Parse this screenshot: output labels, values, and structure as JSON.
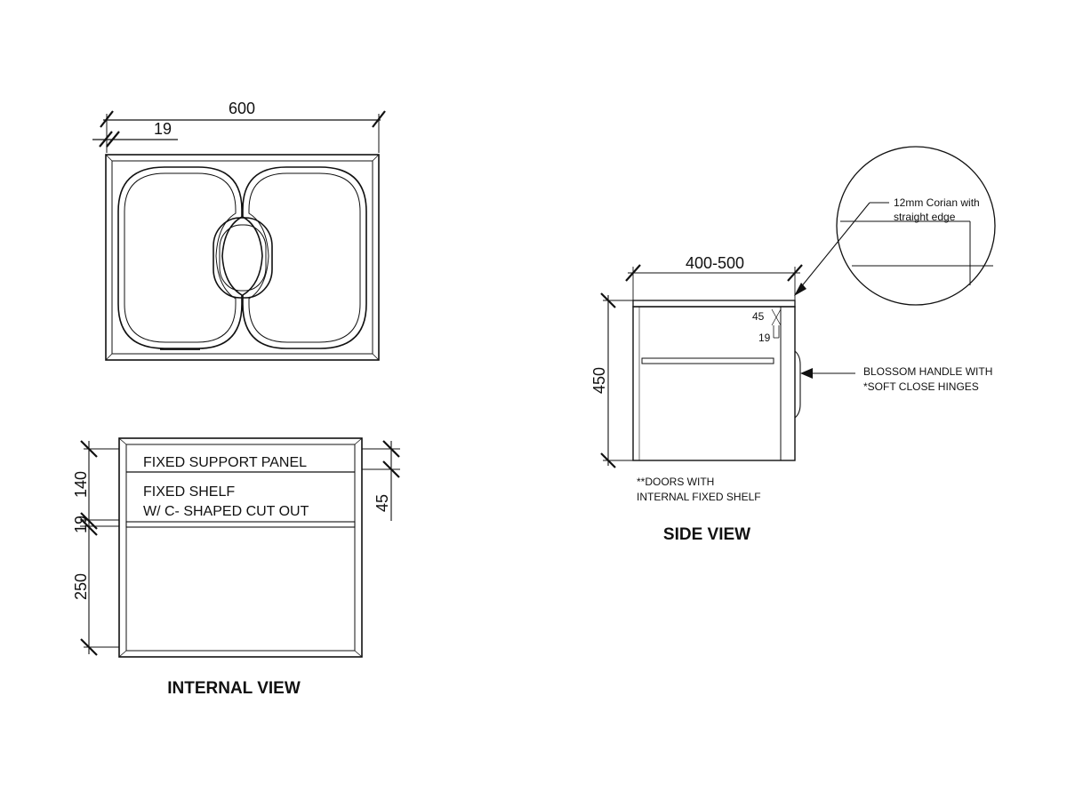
{
  "plan_view": {
    "width_dim": "600",
    "edge_dim": "19"
  },
  "internal_view": {
    "title": "INTERNAL VIEW",
    "label_support_panel": "FIXED SUPPORT PANEL",
    "label_shelf_line1": "FIXED SHELF",
    "label_shelf_line2": "W/ C- SHAPED CUT OUT",
    "dim_140": "140",
    "dim_19": "19",
    "dim_250": "250",
    "dim_45": "45"
  },
  "side_view": {
    "title": "SIDE VIEW",
    "depth_dim": "400-500",
    "height_dim": "450",
    "small_dim_45": "45",
    "small_dim_19": "19",
    "handle_note_line1": "BLOSSOM HANDLE WITH",
    "handle_note_line2": "*SOFT CLOSE HINGES",
    "doors_note_line1": "**DOORS WITH",
    "doors_note_line2": "INTERNAL FIXED SHELF",
    "detail_note_line1": "12mm Corian with",
    "detail_note_line2": "straight edge"
  }
}
